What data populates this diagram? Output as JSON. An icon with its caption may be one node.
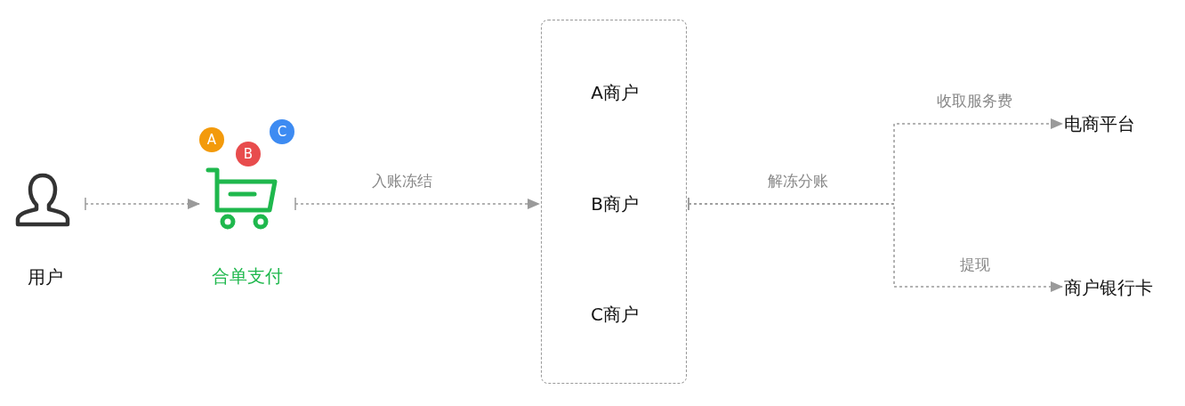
{
  "diagram": {
    "nodes": [
      {
        "text": [
          "用户"
        ]
      },
      {
        "text": [
          "合单支付"
        ]
      },
      {
        "text": [
          "A"
        ]
      },
      {
        "text": [
          "B"
        ]
      },
      {
        "text": [
          "C"
        ]
      },
      {
        "text": [],
        "shape": "box"
      },
      {
        "text": [
          "A商户"
        ],
        "in": 5
      },
      {
        "text": [
          "B商户"
        ],
        "in": 5
      },
      {
        "text": [
          "C商户"
        ],
        "in": 5
      },
      {
        "text": [
          "电商平台"
        ]
      },
      {
        "text": [
          "商户银行卡"
        ]
      }
    ],
    "edges": [
      {
        "from": 0,
        "to": 1,
        "arrow": "to"
      },
      {
        "from": 1,
        "to": 5,
        "arrow": "to",
        "label": "入账冻结"
      },
      {
        "from": 5,
        "to": 9,
        "arrow": "to",
        "label": "收取服务费"
      },
      {
        "from": 5,
        "to": 10,
        "arrow": "to",
        "label": "提现"
      }
    ],
    "labels": [
      "解冻分账"
    ]
  }
}
